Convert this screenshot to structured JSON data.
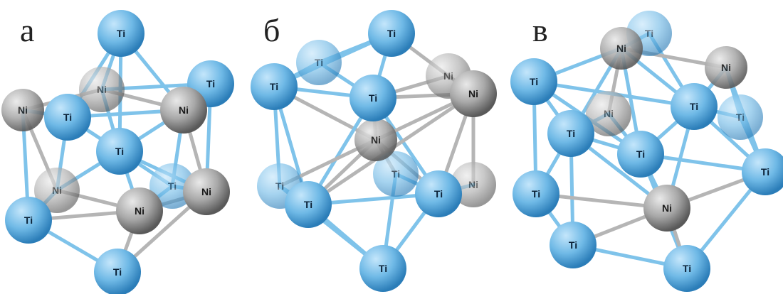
{
  "panels": [
    {
      "label": "а",
      "atoms": [
        {
          "id": "a1",
          "el": "Ti",
          "depth": "front"
        },
        {
          "id": "a2",
          "el": "Ni",
          "depth": "back"
        },
        {
          "id": "a3",
          "el": "Ni",
          "depth": "mid"
        },
        {
          "id": "a4",
          "el": "Ti",
          "depth": "front"
        },
        {
          "id": "a5",
          "el": "Ti",
          "depth": "front"
        },
        {
          "id": "a6",
          "el": "Ni",
          "depth": "front"
        },
        {
          "id": "a7",
          "el": "Ti",
          "depth": "front"
        },
        {
          "id": "a8",
          "el": "Ni",
          "depth": "back"
        },
        {
          "id": "a9",
          "el": "Ti",
          "depth": "back"
        },
        {
          "id": "a10",
          "el": "Ni",
          "depth": "front"
        },
        {
          "id": "a11",
          "el": "Ti",
          "depth": "front"
        },
        {
          "id": "a12",
          "el": "Ni",
          "depth": "front"
        },
        {
          "id": "a13",
          "el": "Ti",
          "depth": "front"
        }
      ]
    },
    {
      "label": "б",
      "atoms": [
        {
          "id": "b1",
          "el": "Ti",
          "depth": "front"
        },
        {
          "id": "b2",
          "el": "Ti",
          "depth": "back"
        },
        {
          "id": "b3",
          "el": "Ni",
          "depth": "back"
        },
        {
          "id": "b4",
          "el": "Ti",
          "depth": "front"
        },
        {
          "id": "b5",
          "el": "Ti",
          "depth": "front"
        },
        {
          "id": "b6",
          "el": "Ni",
          "depth": "front"
        },
        {
          "id": "b7",
          "el": "Ni",
          "depth": "mid"
        },
        {
          "id": "b8",
          "el": "Ti",
          "depth": "back"
        },
        {
          "id": "b9",
          "el": "Ti",
          "depth": "back"
        },
        {
          "id": "b10",
          "el": "Ni",
          "depth": "back"
        },
        {
          "id": "b11",
          "el": "Ti",
          "depth": "front"
        },
        {
          "id": "b12",
          "el": "Ti",
          "depth": "front"
        },
        {
          "id": "b13",
          "el": "Ti",
          "depth": "front"
        }
      ]
    },
    {
      "label": "в",
      "atoms": [
        {
          "id": "c1",
          "el": "Ti",
          "depth": "back"
        },
        {
          "id": "c2",
          "el": "Ni",
          "depth": "mid"
        },
        {
          "id": "c3",
          "el": "Ni",
          "depth": "mid"
        },
        {
          "id": "c4",
          "el": "Ti",
          "depth": "front"
        },
        {
          "id": "c5",
          "el": "Ni",
          "depth": "back"
        },
        {
          "id": "c6",
          "el": "Ti",
          "depth": "front"
        },
        {
          "id": "c7",
          "el": "Ti",
          "depth": "back"
        },
        {
          "id": "c8",
          "el": "Ti",
          "depth": "front"
        },
        {
          "id": "c9",
          "el": "Ti",
          "depth": "front"
        },
        {
          "id": "c10",
          "el": "Ti",
          "depth": "front"
        },
        {
          "id": "c11",
          "el": "Ti",
          "depth": "front"
        },
        {
          "id": "c12",
          "el": "Ni",
          "depth": "front"
        },
        {
          "id": "c13",
          "el": "Ti",
          "depth": "front"
        },
        {
          "id": "c14",
          "el": "Ti",
          "depth": "front"
        }
      ]
    }
  ],
  "colors": {
    "ti_light": "#c4e6fb",
    "ti_mid": "#6fb9e6",
    "ti_dark": "#2b7db8",
    "ni_light": "#e9e9e9",
    "ni_mid": "#a8a8a8",
    "ni_dark": "#595959",
    "bond_ti": "#7fc3ea",
    "bond_ni": "#b5b5b5",
    "label_ti": "#0b2238",
    "label_ni": "#1a1a1a"
  }
}
